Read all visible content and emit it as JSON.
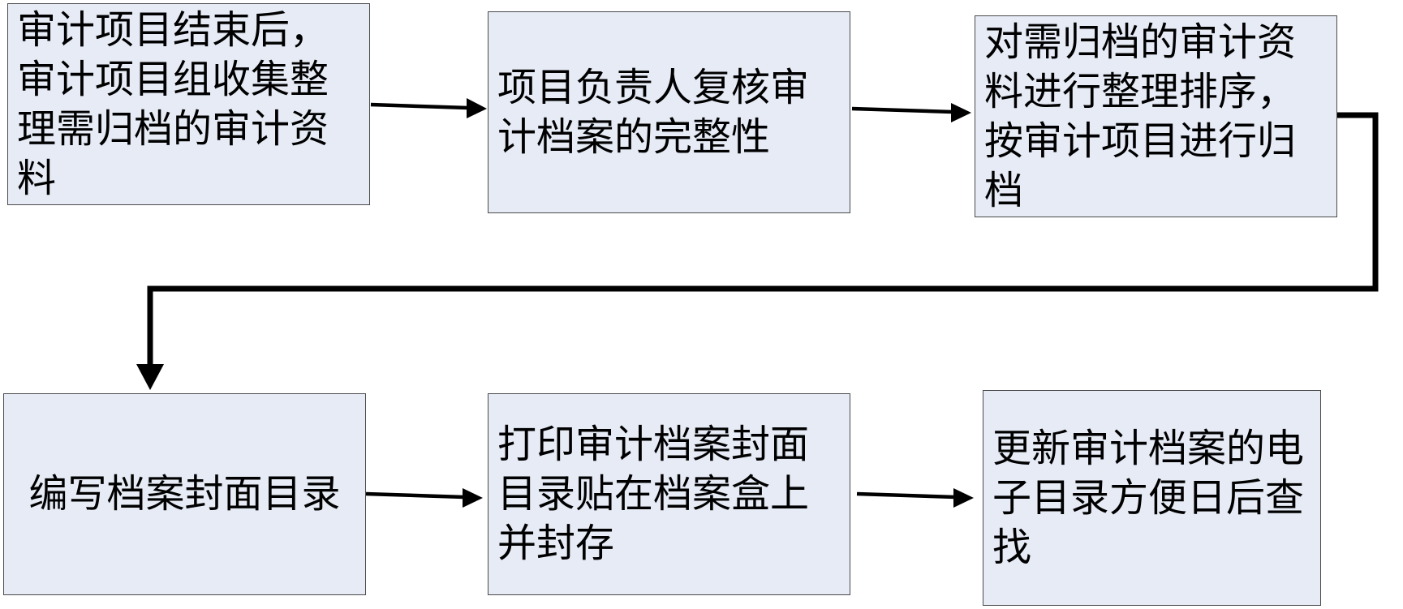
{
  "steps": [
    {
      "text": "审计项目结束后，审计项目组收集整理需归档的审计资料"
    },
    {
      "text": "项目负责人复核审计档案的完整性"
    },
    {
      "text": "对需归档的审计资料进行整理排序，按审计项目进行归档"
    },
    {
      "text": "编写档案封面目录"
    },
    {
      "text": "打印审计档案封面目录贴在档案盒上并封存"
    },
    {
      "text": "更新审计档案的电子目录方便日后查找"
    }
  ],
  "colors": {
    "box_fill": "#E6EBF6",
    "box_border": "#4A4A4A",
    "arrow": "#000000"
  }
}
